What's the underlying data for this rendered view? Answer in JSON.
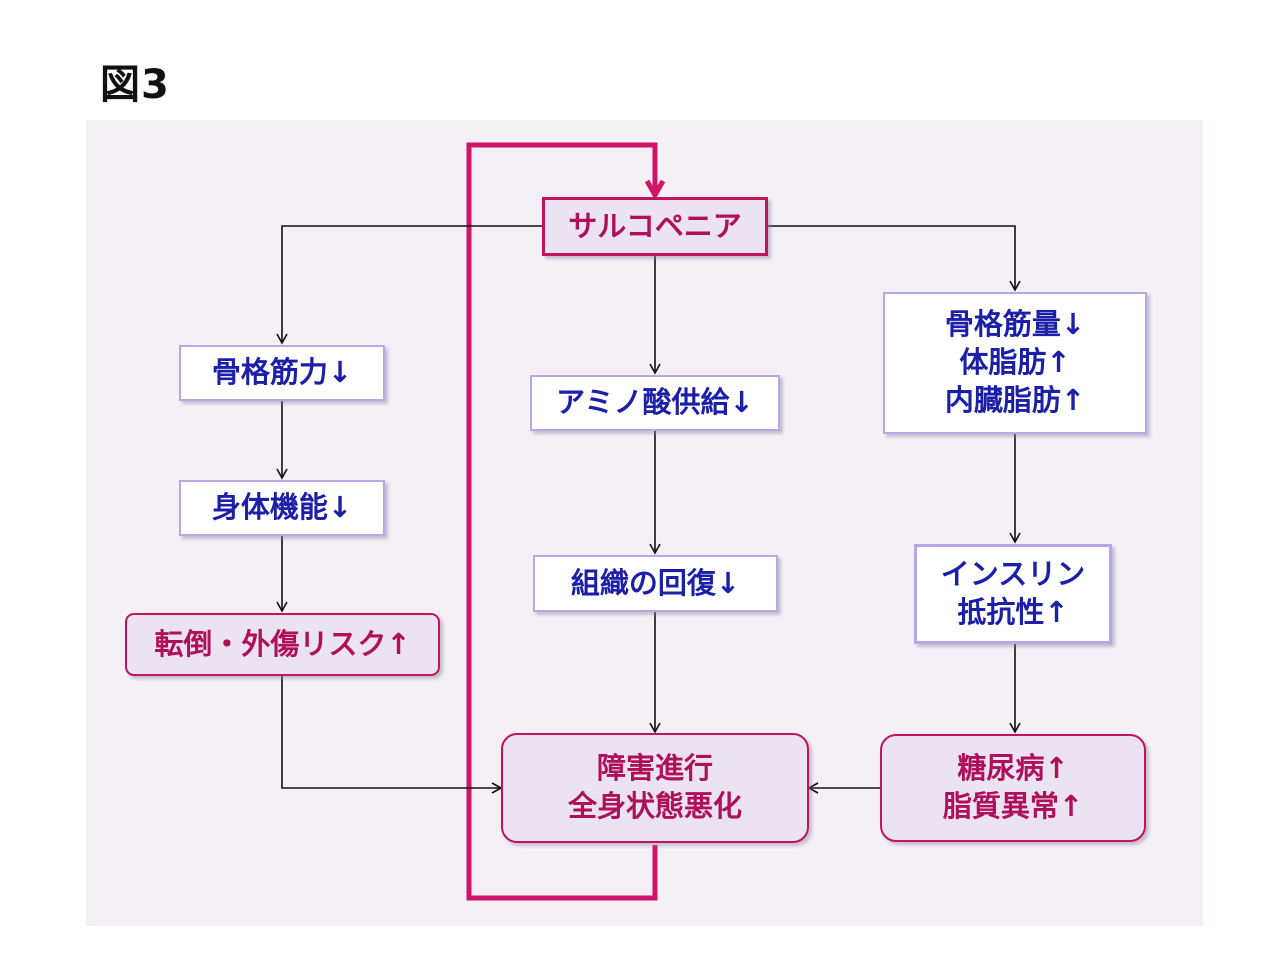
{
  "figure_label": "図3",
  "colors": {
    "panel_background": "#f4f0f6",
    "blue_text": "#1c1fa8",
    "pink_text": "#b0105a",
    "feedback_loop": "#d0146a",
    "arrow": "#111111"
  },
  "nodes": {
    "sarcopenia": {
      "lines": [
        "サルコペニア"
      ]
    },
    "muscle_strength": {
      "lines": [
        "骨格筋力↓"
      ]
    },
    "physical_function": {
      "lines": [
        "身体機能↓"
      ]
    },
    "fall_risk": {
      "lines": [
        "転倒・外傷リスク↑"
      ]
    },
    "amino_acid": {
      "lines": [
        "アミノ酸供給↓"
      ]
    },
    "tissue_repair": {
      "lines": [
        "組織の回復↓"
      ]
    },
    "body_composition": {
      "lines": [
        "骨格筋量↓",
        "体脂肪↑",
        "内臓脂肪↑"
      ]
    },
    "insulin_resistance": {
      "lines": [
        "インスリン",
        "抵抗性↑"
      ]
    },
    "metabolic": {
      "lines": [
        "糖尿病↑",
        "脂質異常↑"
      ]
    },
    "outcome": {
      "lines": [
        "障害進行",
        "全身状態悪化"
      ]
    }
  }
}
